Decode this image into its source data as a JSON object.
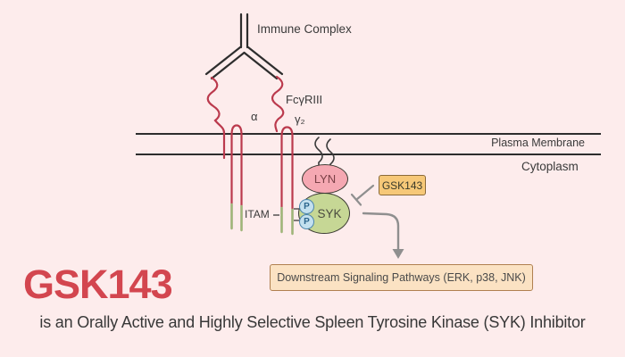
{
  "diagram": {
    "immune_complex_label": "Immune Complex",
    "receptor": {
      "name": "FcγRIII",
      "alpha_chain": "α",
      "gamma_chain": "γ₂",
      "itam_label": "ITAM"
    },
    "membrane": {
      "plasma_membrane_label": "Plasma Membrane",
      "cytoplasm_label": "Cytoplasm"
    },
    "kinases": {
      "lyn": "LYN",
      "syk": "SYK",
      "phosphate": "P"
    },
    "inhibitor_box_label": "GSK143",
    "downstream_box_label": "Downstream Signaling Pathways (ERK, p38, JNK)"
  },
  "footer": {
    "title": "GSK143",
    "subtitle": "is an Orally Active and Highly Selective Spleen Tyrosine Kinase (SYK) Inhibitor"
  },
  "colors": {
    "background": "#fdecec",
    "membrane_line": "#2d2d2d",
    "antibody_line": "#2d2d2d",
    "receptor_red": "#bb3a4d",
    "itam_green": "#9cb878",
    "lyn_fill": "#f5a8b2",
    "syk_fill": "#c6d795",
    "phosphate_fill": "#c3e0ef",
    "phosphate_stroke": "#4c86ad",
    "inhibitor_fill": "#f6c878",
    "inhibitor_border": "#8a6a3a",
    "downstream_fill": "#fbe2c3",
    "downstream_border": "#b08050",
    "arrow_gray": "#8f8f8f",
    "title_red": "#d3464f",
    "text": "#3a3a3a"
  }
}
